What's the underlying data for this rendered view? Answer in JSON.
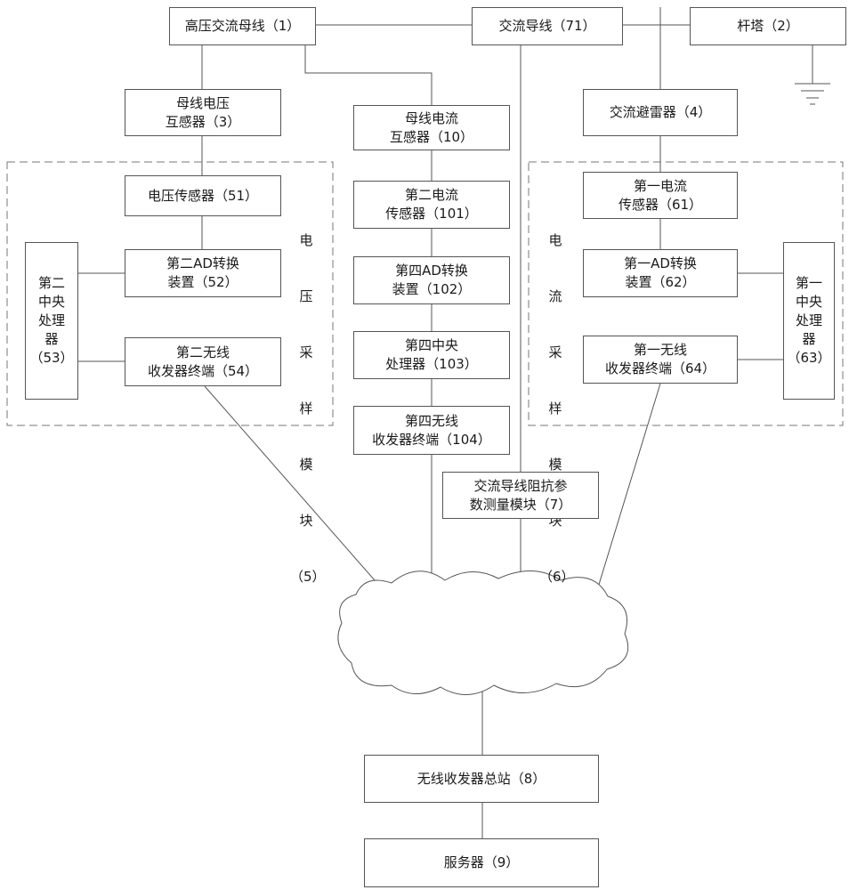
{
  "nodes": {
    "bus": [
      "高压交流母线（1）"
    ],
    "wire": [
      "交流导线（71）"
    ],
    "tower": [
      "杆塔（2）"
    ],
    "pt": [
      "母线电压",
      "互感器（3）"
    ],
    "ct": [
      "母线电流",
      "互感器（10）"
    ],
    "arrester": [
      "交流避雷器（4）"
    ],
    "volt_sensor": [
      "电压传感器（51）"
    ],
    "ad2": [
      "第二AD转换",
      "装置（52）"
    ],
    "wl2": [
      "第二无线",
      "收发器终端（54）"
    ],
    "cpu2": [
      "第二",
      "中央",
      "处理",
      "器",
      "（53）"
    ],
    "cur_sensor2": [
      "第二电流",
      "传感器（101）"
    ],
    "ad4": [
      "第四AD转换",
      "装置（102）"
    ],
    "cpu4": [
      "第四中央",
      "处理器（103）"
    ],
    "wl4": [
      "第四无线",
      "收发器终端（104）"
    ],
    "cur_sensor1": [
      "第一电流",
      "传感器（61）"
    ],
    "ad1": [
      "第一AD转换",
      "装置（62）"
    ],
    "wl1": [
      "第一无线",
      "收发器终端（64）"
    ],
    "cpu1": [
      "第一",
      "中央",
      "处理",
      "器",
      "（63）"
    ],
    "measure": [
      "交流导线阻抗参",
      "数测量模块（7）"
    ],
    "station": [
      "无线收发器总站（8）"
    ],
    "server": [
      "服务器（9）"
    ]
  },
  "group_labels": {
    "voltage_module": [
      "电",
      "压",
      "采",
      "样",
      "模",
      "块",
      "（5）"
    ],
    "current_module": [
      "电",
      "流",
      "采",
      "样",
      "模",
      "块",
      "（6）"
    ]
  },
  "colors": {
    "line": "#555555",
    "dash": "#777777",
    "text": "#1a1a1a"
  }
}
